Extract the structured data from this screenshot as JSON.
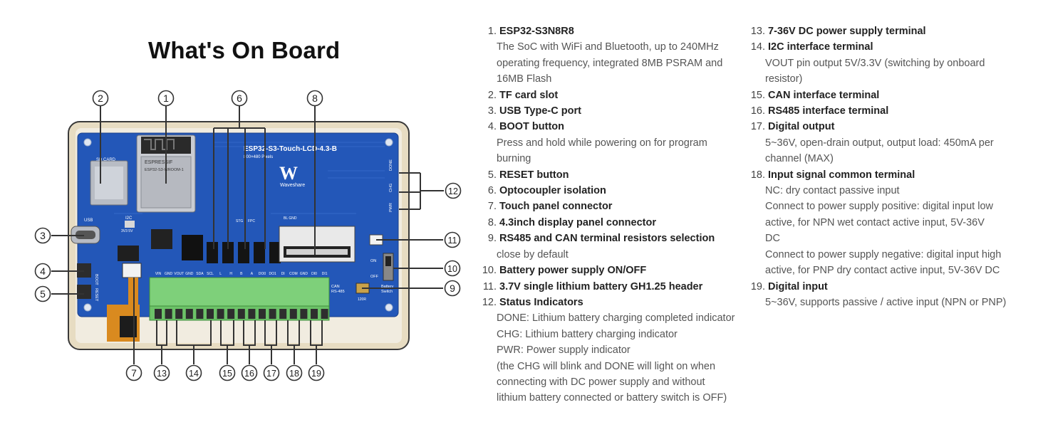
{
  "title": "What's On Board",
  "board": {
    "model": "ESP32-S3-Touch-LCD-4.3-B",
    "resolution": "800×480 Pixels",
    "brand": "Waveshare",
    "module_brand": "ESPRESSIF",
    "module_model": "ESP32-S3-WROOM-1",
    "sd_label": "SD CARD",
    "usb_label": "USB",
    "boot_label": "BOOT",
    "reset_label": "RESET",
    "i2c_label": "I2C",
    "i2c_sel": "3V3 5V",
    "bl_gnd": "BL GND",
    "stg_label": "STG",
    "fpc_label": "FPC",
    "can_label": "CAN",
    "rs485_label": "RS-485",
    "ohm_label": "120R",
    "battery_label": "Battery",
    "switch_label": "Switch",
    "on_label": "ON",
    "off_label": "OFF",
    "done_label": "DONE",
    "chg_label": "CHG",
    "pwr_label": "PWR",
    "terminal_labels": [
      "VIN",
      "GND",
      "VOUT",
      "GND",
      "SDA",
      "SCL",
      "L",
      "H",
      "B",
      "A",
      "DO0",
      "DO1",
      "DI",
      "COM",
      "GND",
      "DI0",
      "DI1"
    ],
    "callouts": [
      "1",
      "2",
      "3",
      "4",
      "5",
      "6",
      "7",
      "8",
      "9",
      "10",
      "11",
      "12",
      "13",
      "14",
      "15",
      "16",
      "17",
      "18",
      "19"
    ]
  },
  "col1": [
    {
      "num": "1.",
      "title": "ESP32-S3N8R8",
      "desc": [
        "The SoC with WiFi and Bluetooth, up to 240MHz",
        "operating frequency, integrated 8MB PSRAM and",
        "16MB Flash"
      ]
    },
    {
      "num": "2.",
      "title": "TF card slot",
      "desc": []
    },
    {
      "num": "3.",
      "title": "USB Type-C port",
      "desc": []
    },
    {
      "num": "4.",
      "title": "BOOT button",
      "desc": [
        "Press and hold while powering on for program",
        "burning"
      ]
    },
    {
      "num": "5.",
      "title": "RESET button",
      "desc": []
    },
    {
      "num": "6.",
      "title": "Optocoupler isolation",
      "desc": []
    },
    {
      "num": "7.",
      "title": "Touch panel connector",
      "desc": []
    },
    {
      "num": "8.",
      "title": "4.3inch display panel connector",
      "desc": []
    },
    {
      "num": "9.",
      "title": "RS485 and CAN terminal resistors selection",
      "desc": [
        "close by default"
      ]
    },
    {
      "num": "10.",
      "title": "Battery power supply ON/OFF",
      "desc": []
    },
    {
      "num": "11.",
      "title": "3.7V single lithium battery GH1.25 header",
      "desc": []
    },
    {
      "num": "12.",
      "title": "Status Indicators",
      "desc": [
        "DONE: Lithium battery charging completed indicator",
        "CHG: Lithium battery charging indicator",
        "PWR: Power supply indicator",
        "(the CHG will blink and DONE will light on when",
        "connecting with DC power supply and without",
        "lithium battery connected or battery switch is OFF)"
      ]
    }
  ],
  "col2": [
    {
      "num": "13.",
      "title": "7-36V DC power supply terminal",
      "desc": []
    },
    {
      "num": "14.",
      "title": "I2C interface terminal",
      "desc": [
        "VOUT pin output 5V/3.3V (switching by onboard",
        "resistor)"
      ]
    },
    {
      "num": "15.",
      "title": "CAN interface terminal",
      "desc": []
    },
    {
      "num": "16.",
      "title": "RS485 interface terminal",
      "desc": []
    },
    {
      "num": "17.",
      "title": "Digital output",
      "desc": [
        "5~36V, open-drain output, output load: 450mA per",
        "channel (MAX)"
      ]
    },
    {
      "num": "18.",
      "title": "Input signal common terminal",
      "desc": [
        "NC: dry contact passive input",
        "Connect to power supply positive: digital input low",
        "active, for NPN wet contact active input, 5V-36V",
        "DC",
        "Connect to power supply negative: digital input high",
        "active, for PNP dry contact active input, 5V-36V DC"
      ]
    },
    {
      "num": "19.",
      "title": "Digital input",
      "desc": [
        "5~36V, supports passive / active input (NPN or PNP)"
      ]
    }
  ]
}
